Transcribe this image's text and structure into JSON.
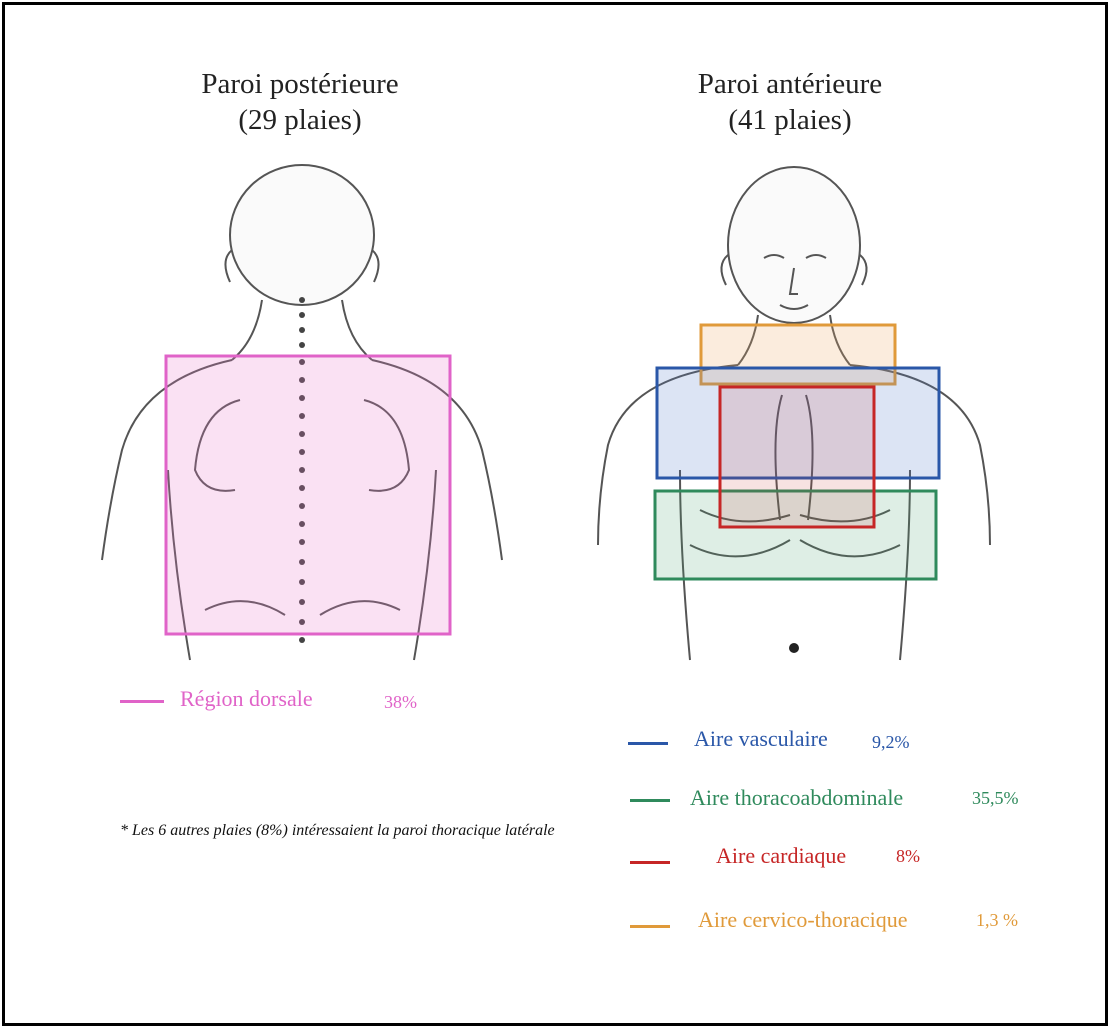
{
  "posterior": {
    "title_line1": "Paroi postérieure",
    "title_line2": "(29 plaies)",
    "legend": {
      "label": "Région dorsale",
      "value": "38%",
      "color": "#e063c8"
    }
  },
  "anterior": {
    "title_line1": "Paroi antérieure",
    "title_line2": "(41 plaies)",
    "legend": [
      {
        "label": "Aire vasculaire",
        "value": "9,2%",
        "color": "#2a57a8"
      },
      {
        "label": "Aire thoracoabdominale",
        "value": "35,5%",
        "color": "#2f8a5c"
      },
      {
        "label": "Aire cardiaque",
        "value": "8%",
        "color": "#c62626"
      },
      {
        "label": "Aire cervico-thoracique",
        "value": "1,3 %",
        "color": "#e09a3a"
      }
    ]
  },
  "footnote": "* Les 6 autres plaies (8%) intéressaient la paroi thoracique latérale"
}
